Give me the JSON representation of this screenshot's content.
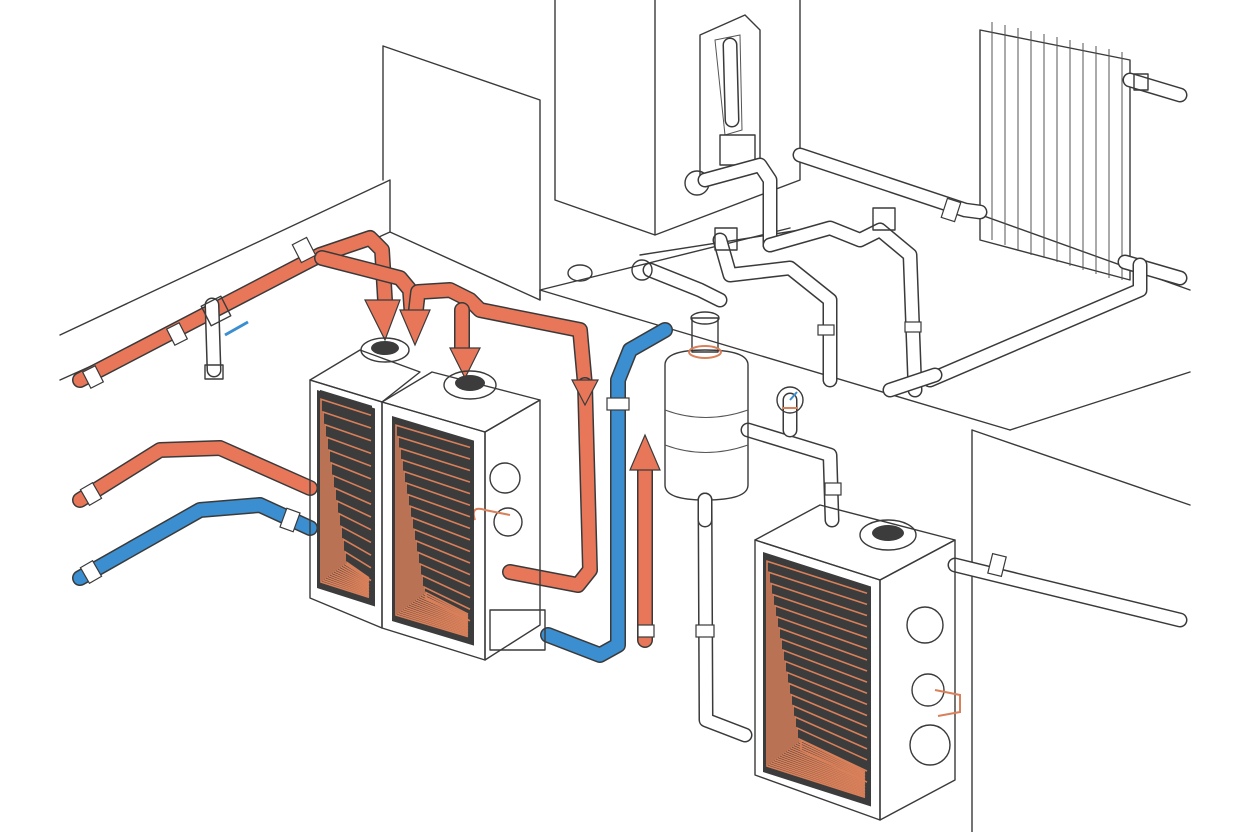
{
  "colors": {
    "hot": "#e8775a",
    "cold": "#3b8fd0",
    "unit_body": "#b9b9b9",
    "unit_side": "#a3a3a3",
    "unit_top": "#cfcfcf",
    "coil_bg": "#3c3c3c",
    "coil": "#d9805a",
    "neutral_pipe": "#ffffff",
    "outline": "#3a3a3a"
  },
  "components": {
    "heat_exchanger_left": "plate-heat-exchanger",
    "heat_exchanger_middle": "plate-heat-exchanger",
    "heat_exchanger_right": "plate-heat-exchanger",
    "expansion_vessel": "expansion-tank",
    "radiator": "panel-radiator",
    "wall_boiler": "wall-mounted-unit",
    "gauge": "pressure-gauge",
    "valves": "gate-valve-icon"
  }
}
